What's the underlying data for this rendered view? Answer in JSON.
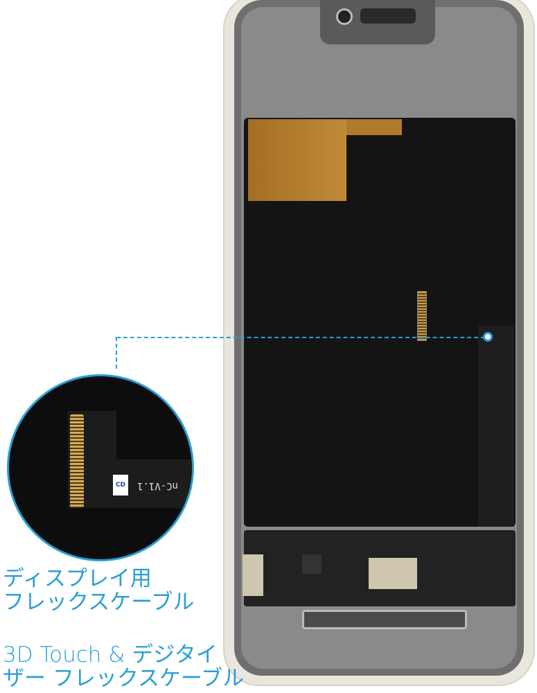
{
  "photo": {
    "subject": "phone-display-assembly-back",
    "accent_color": "#2a9fd6"
  },
  "zoom_callout": {
    "connector_label": "CD",
    "flex_marking": "nC-V1.1"
  },
  "captions": {
    "display_flex_line1": "ディスプレイ用",
    "display_flex_line2": "フレックスケーブル",
    "touch_flex_line1": "3D Touch & デジタイ",
    "touch_flex_line2": "ザー フレックスケーブル"
  }
}
